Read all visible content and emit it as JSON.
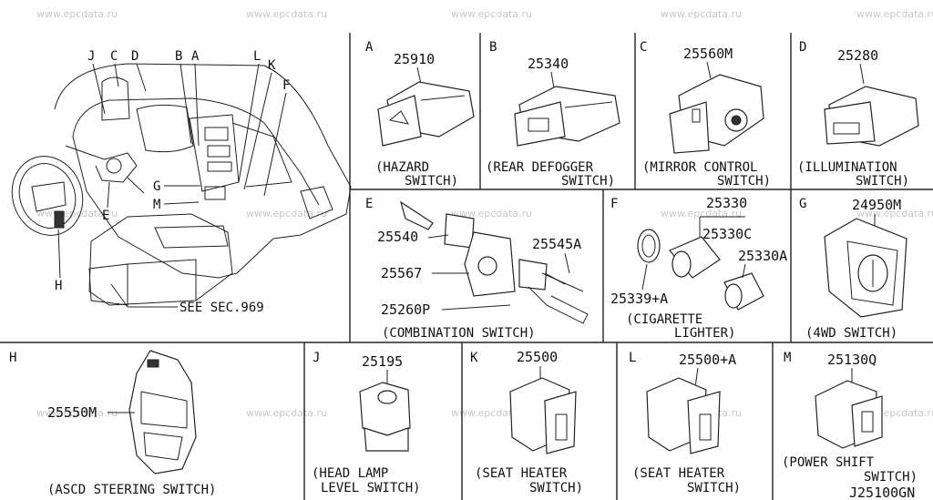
{
  "watermark": "www.epcdata.ru",
  "overview": {
    "letters": [
      "J",
      "C",
      "D",
      "B",
      "A",
      "L",
      "K",
      "F",
      "G",
      "M",
      "E",
      "H"
    ],
    "see_ref": "SEE SEC.969"
  },
  "panels": {
    "A": {
      "letter": "A",
      "part": "25910",
      "cap1": "(HAZARD",
      "cap2": "SWITCH)"
    },
    "B": {
      "letter": "B",
      "part": "25340",
      "cap1": "(REAR DEFOGGER",
      "cap2": "SWITCH)"
    },
    "C": {
      "letter": "C",
      "part": "25560M",
      "cap1": "(MIRROR CONTROL",
      "cap2": "SWITCH)"
    },
    "D": {
      "letter": "D",
      "part": "25280",
      "cap1": "(ILLUMINATION",
      "cap2": "SWITCH)"
    },
    "E": {
      "letter": "E",
      "parts": [
        "25540",
        "25567",
        "25260P",
        "25545A"
      ],
      "cap1": "(COMBINATION SWITCH)"
    },
    "F": {
      "letter": "F",
      "parts": [
        "25330",
        "25330C",
        "25330A",
        "25339+A"
      ],
      "cap1": "(CIGARETTE",
      "cap2": "LIGHTER)"
    },
    "G": {
      "letter": "G",
      "part": "24950M",
      "cap1": "(4WD SWITCH)"
    },
    "H": {
      "letter": "H",
      "part": "25550M",
      "cap1": "(ASCD STEERING SWITCH)"
    },
    "J": {
      "letter": "J",
      "part": "25195",
      "cap1": "(HEAD LAMP",
      "cap2": "LEVEL SWITCH)"
    },
    "K": {
      "letter": "K",
      "part": "25500",
      "cap1": "(SEAT HEATER",
      "cap2": "SWITCH)"
    },
    "L": {
      "letter": "L",
      "part": "25500+A",
      "cap1": "(SEAT HEATER",
      "cap2": "SWITCH)"
    },
    "M": {
      "letter": "M",
      "part": "25130Q",
      "cap1": "(POWER SHIFT",
      "cap2": "SWITCH)"
    }
  },
  "diagram_code": "J25100GN"
}
